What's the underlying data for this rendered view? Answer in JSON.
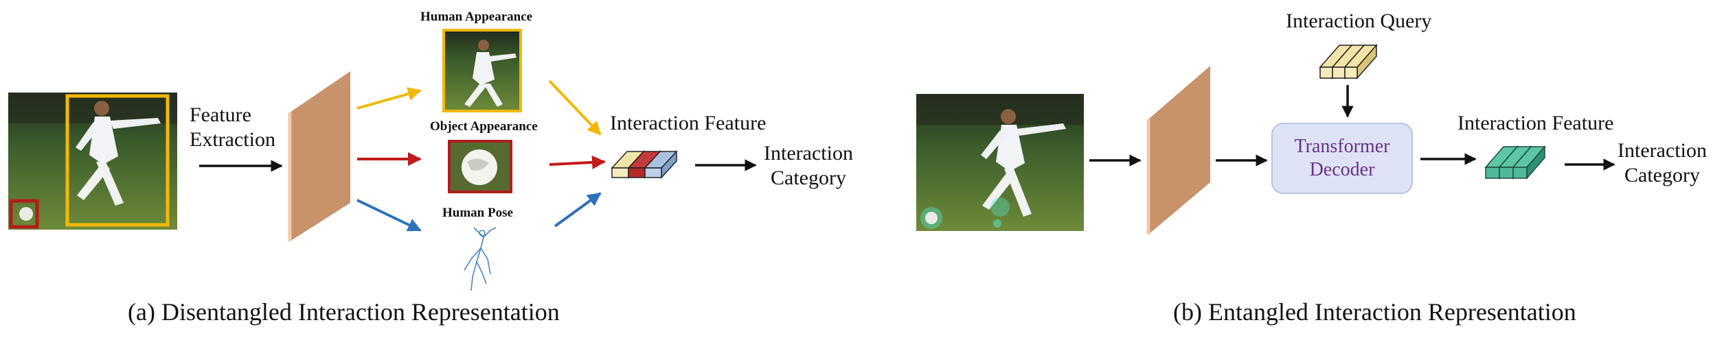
{
  "panel_a": {
    "feature_extraction": [
      "Feature",
      "Extraction"
    ],
    "human_appearance": "Human Appearance",
    "object_appearance": "Object Appearance",
    "human_pose": "Human Pose",
    "interaction_feature": "Interaction Feature",
    "interaction_category": [
      "Interaction",
      "Category"
    ],
    "caption": "(a) Disentangled Interaction Representation"
  },
  "panel_b": {
    "interaction_query": "Interaction Query",
    "transformer_decoder": [
      "Transformer",
      "Decoder"
    ],
    "interaction_feature": "Interaction Feature",
    "interaction_category": [
      "Interaction",
      "Category"
    ],
    "caption": "(b) Entangled Interaction Representation"
  },
  "colors": {
    "human_box": "#f2b807",
    "object_box": "#b01d1d",
    "pose_arrow": "#2c72b8",
    "appearance_arrow": "#f2b807",
    "object_arrow": "#c21a1a",
    "backbone": "#c8926a",
    "decoder_fill": "#dde3f5",
    "decoder_text": "#6a2e8a",
    "query_cube": "#eddca0",
    "feature_cube": "#4fb99a"
  }
}
